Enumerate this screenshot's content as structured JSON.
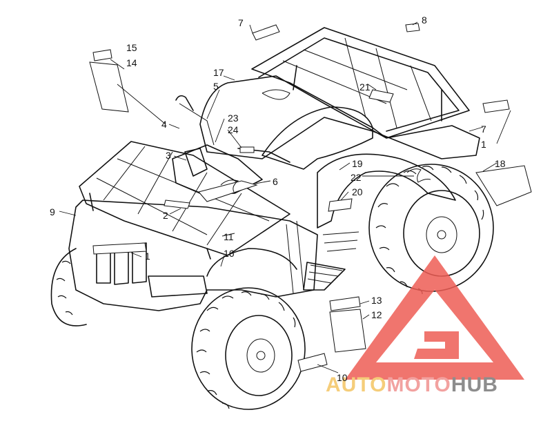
{
  "callouts": [
    "1",
    "1",
    "2",
    "3",
    "4",
    "5",
    "6",
    "7",
    "7",
    "8",
    "9",
    "10",
    "11",
    "12",
    "13",
    "14",
    "15",
    "16",
    "17",
    "18",
    "19",
    "20",
    "21",
    "22",
    "23",
    "24"
  ],
  "watermark": {
    "word_a": "AUTO",
    "word_b": "MOTO",
    "word_c": "HUB",
    "color_a": "#f5cd7a",
    "color_b": "#f2a2a0",
    "color_c": "#8d8d8d",
    "logo_color": "#ee5d55"
  }
}
